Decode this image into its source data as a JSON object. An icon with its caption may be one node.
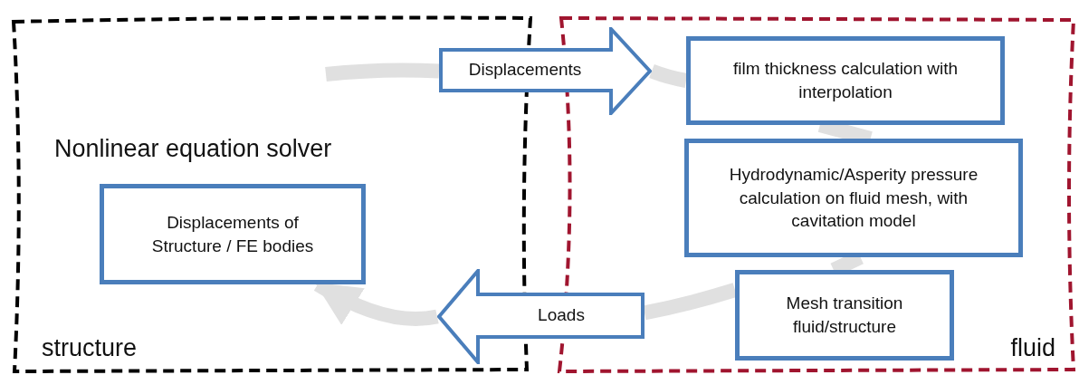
{
  "diagram": {
    "nodes": [
      {
        "text": [
          "Nonlinear equation solver",
          "structure"
        ]
      },
      {
        "text": [
          "fluid"
        ]
      },
      {
        "text": [
          "Displacements of Structure / FE bodies"
        ],
        "in": 0
      },
      {
        "text": [
          "Displacements"
        ]
      },
      {
        "text": [
          "film thickness calculation with interpolation"
        ],
        "in": 1
      },
      {
        "text": [
          "Hydrodynamic/Asperity pressure calculation on fluid mesh, with cavitation model"
        ],
        "in": 1
      },
      {
        "text": [
          "Mesh transition fluid/structure"
        ],
        "in": 1
      },
      {
        "text": [
          "Loads"
        ]
      }
    ],
    "edges": [
      {
        "from": null,
        "to": 3,
        "arrow": "none"
      },
      {
        "from": 3,
        "to": 4,
        "arrow": "none"
      },
      {
        "from": 4,
        "to": 5,
        "arrow": "none"
      },
      {
        "from": 5,
        "to": 6,
        "arrow": "none"
      },
      {
        "from": 6,
        "to": 7,
        "arrow": "none"
      },
      {
        "from": 7,
        "to": 2,
        "arrow": "to"
      }
    ]
  }
}
